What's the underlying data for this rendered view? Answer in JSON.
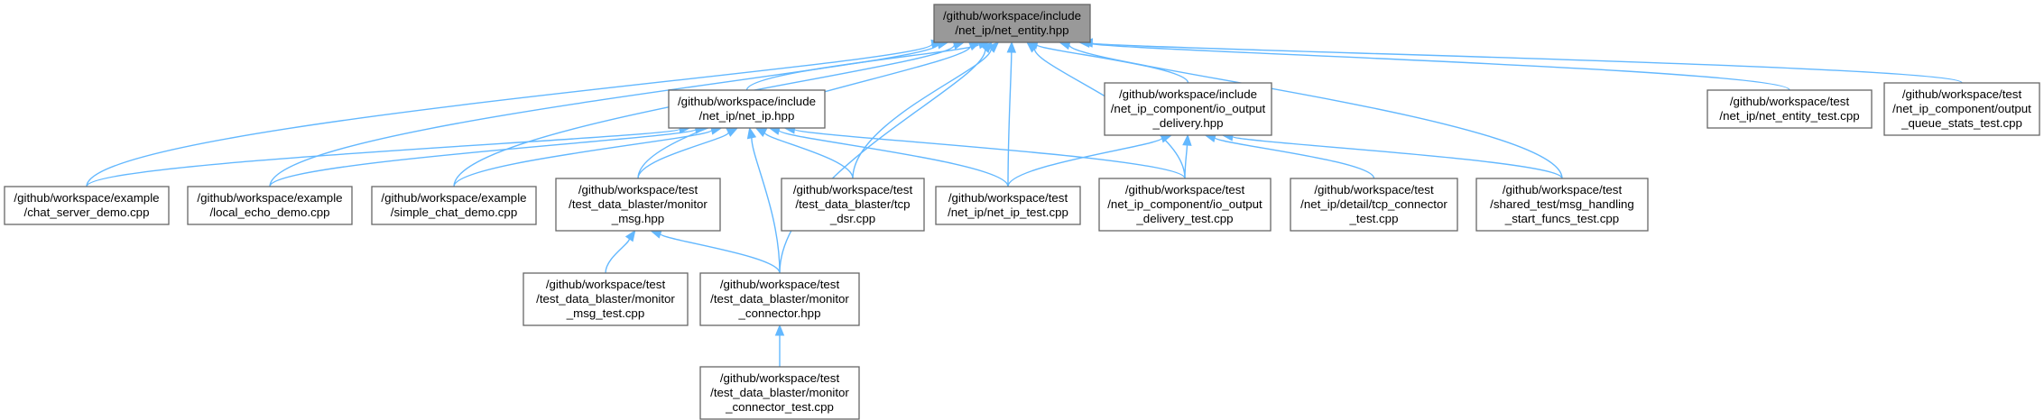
{
  "graph": {
    "edge_color": "#63b8ff",
    "root_fill": "#999999",
    "node_fill": "#ffffff",
    "node_border": "#666666",
    "nodes": {
      "net_entity_hpp": [
        "/github/workspace/include",
        "/net_ip/net_entity.hpp"
      ],
      "net_ip_hpp": [
        "/github/workspace/include",
        "/net_ip/net_ip.hpp"
      ],
      "io_output_delivery_hpp": [
        "/github/workspace/include",
        "/net_ip_component/io_output",
        "_delivery.hpp"
      ],
      "net_entity_test_cpp": [
        "/github/workspace/test",
        "/net_ip/net_entity_test.cpp"
      ],
      "output_queue_stats_test_cpp": [
        "/github/workspace/test",
        "/net_ip_component/output",
        "_queue_stats_test.cpp"
      ],
      "chat_server_demo_cpp": [
        "/github/workspace/example",
        "/chat_server_demo.cpp"
      ],
      "local_echo_demo_cpp": [
        "/github/workspace/example",
        "/local_echo_demo.cpp"
      ],
      "simple_chat_demo_cpp": [
        "/github/workspace/example",
        "/simple_chat_demo.cpp"
      ],
      "monitor_msg_hpp": [
        "/github/workspace/test",
        "/test_data_blaster/monitor",
        "_msg.hpp"
      ],
      "tcp_dsr_cpp": [
        "/github/workspace/test",
        "/test_data_blaster/tcp",
        "_dsr.cpp"
      ],
      "net_ip_test_cpp": [
        "/github/workspace/test",
        "/net_ip/net_ip_test.cpp"
      ],
      "io_output_delivery_test_cpp": [
        "/github/workspace/test",
        "/net_ip_component/io_output",
        "_delivery_test.cpp"
      ],
      "tcp_connector_test_cpp": [
        "/github/workspace/test",
        "/net_ip/detail/tcp_connector",
        "_test.cpp"
      ],
      "msg_handling_start_funcs_test_cpp": [
        "/github/workspace/test",
        "/shared_test/msg_handling",
        "_start_funcs_test.cpp"
      ],
      "monitor_msg_test_cpp": [
        "/github/workspace/test",
        "/test_data_blaster/monitor",
        "_msg_test.cpp"
      ],
      "monitor_connector_hpp": [
        "/github/workspace/test",
        "/test_data_blaster/monitor",
        "_connector.hpp"
      ],
      "monitor_connector_test_cpp": [
        "/github/workspace/test",
        "/test_data_blaster/monitor",
        "_connector_test.cpp"
      ]
    },
    "edges": [
      [
        "net_ip_hpp",
        "net_entity_hpp"
      ],
      [
        "io_output_delivery_hpp",
        "net_entity_hpp"
      ],
      [
        "net_entity_test_cpp",
        "net_entity_hpp"
      ],
      [
        "output_queue_stats_test_cpp",
        "net_entity_hpp"
      ],
      [
        "chat_server_demo_cpp",
        "net_entity_hpp"
      ],
      [
        "local_echo_demo_cpp",
        "net_entity_hpp"
      ],
      [
        "simple_chat_demo_cpp",
        "net_entity_hpp"
      ],
      [
        "monitor_msg_hpp",
        "net_entity_hpp"
      ],
      [
        "tcp_dsr_cpp",
        "net_entity_hpp"
      ],
      [
        "net_ip_test_cpp",
        "net_entity_hpp"
      ],
      [
        "io_output_delivery_test_cpp",
        "net_entity_hpp"
      ],
      [
        "msg_handling_start_funcs_test_cpp",
        "net_entity_hpp"
      ],
      [
        "monitor_connector_hpp",
        "net_entity_hpp"
      ],
      [
        "chat_server_demo_cpp",
        "net_ip_hpp"
      ],
      [
        "local_echo_demo_cpp",
        "net_ip_hpp"
      ],
      [
        "simple_chat_demo_cpp",
        "net_ip_hpp"
      ],
      [
        "monitor_msg_hpp",
        "net_ip_hpp"
      ],
      [
        "tcp_dsr_cpp",
        "net_ip_hpp"
      ],
      [
        "net_ip_test_cpp",
        "net_ip_hpp"
      ],
      [
        "io_output_delivery_test_cpp",
        "net_ip_hpp"
      ],
      [
        "monitor_connector_hpp",
        "net_ip_hpp"
      ],
      [
        "net_ip_test_cpp",
        "io_output_delivery_hpp"
      ],
      [
        "io_output_delivery_test_cpp",
        "io_output_delivery_hpp"
      ],
      [
        "tcp_connector_test_cpp",
        "io_output_delivery_hpp"
      ],
      [
        "msg_handling_start_funcs_test_cpp",
        "io_output_delivery_hpp"
      ],
      [
        "monitor_msg_test_cpp",
        "monitor_msg_hpp"
      ],
      [
        "monitor_connector_hpp",
        "monitor_msg_hpp"
      ],
      [
        "monitor_connector_test_cpp",
        "monitor_connector_hpp"
      ]
    ]
  }
}
